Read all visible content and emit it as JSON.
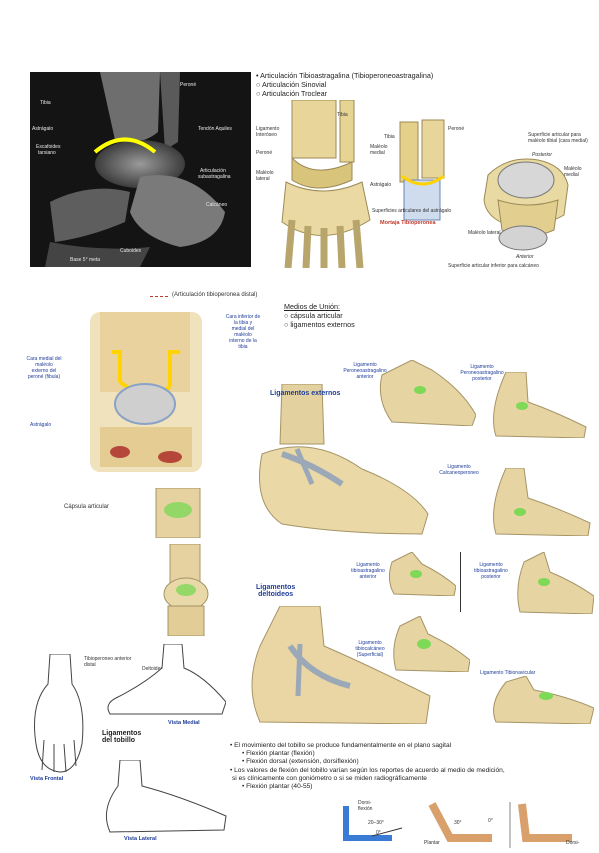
{
  "section1": {
    "xray_labels": {
      "tibia": "Tibia",
      "perone": "Peroné",
      "astragalo": "Astrágalo",
      "tendon_aquiles": "Tendón Aquiles",
      "escafoides_1": "Escafoides",
      "escafoides_2": "tarsiano",
      "art_subastragalina_1": "Articulación",
      "art_subastragalina_2": "subastragalina",
      "calcaneo": "Calcáneo",
      "cuboides": "Cuboides",
      "base_5_meta": "Base 5° meta"
    },
    "bullets": [
      "• Articulación Tibioastragalina (Tibioperoneoastragalina)",
      "○ Articulación Sinovial",
      "○ Articulación Troclear"
    ],
    "diagram_labels": {
      "tibia": "Tibia",
      "ligamento_interoseo_1": "Ligamento",
      "ligamento_interoseo_2": "Interóseo",
      "perone": "Peroné",
      "maleolo_lateral_1": "Maléolo",
      "maleolo_lateral_2": "lateral",
      "maleolo_medial_1": "Maléolo",
      "maleolo_medial_2": "medial",
      "astragalo": "Astrágalo",
      "superficies": "Superficies articulares del astrágalo",
      "mortaja": "Mortaja Tibioperonea",
      "tibia2": "Tibia",
      "perone2": "Peroné",
      "sup_art_1": "Superficie articular para",
      "sup_art_2": "maléolo tibial (cara medial)",
      "posterior": "Posterior",
      "maleolo_medial2": "Maléolo medial",
      "maleolo_lateral2": "Maléolo lateral",
      "anterior": "Anterior",
      "sup_inf": "Superficie articular inferior para calcáneo"
    }
  },
  "section2": {
    "art_label": "(Articulación tibioperonea distal)",
    "label_left_1": "Cara medial del",
    "label_left_2": "maléolo",
    "label_left_3": "externo del",
    "label_left_4": "peroné (fibula)",
    "label_astragalo": "Astrágalo",
    "label_right_1": "Cara inferior de",
    "label_right_2": "la tibia y",
    "label_right_3": "medial del",
    "label_right_4": "maléolo",
    "label_right_5": "interno de la",
    "label_right_6": "tibia",
    "medios_title": "Medios de Unión:",
    "medios_items": [
      "○ cápsula articular",
      "○ ligamentos externos"
    ],
    "ligamentos_externos": "Ligamentos externos",
    "lig_perone_ant_1": "Ligamento",
    "lig_perone_ant_2": "Peroneoastragalino",
    "lig_perone_ant_3": "anterior",
    "lig_perone_post_1": "Ligamento",
    "lig_perone_post_2": "Peroneoastragalino",
    "lig_perone_post_3": "posterior",
    "lig_calc_1": "Ligamento",
    "lig_calc_2": "Calcaneoperoneo",
    "capsula": "Cápsula articular",
    "ligamentos_deltoideos_1": "Ligamentos",
    "ligamentos_deltoideos_2": "deltoideos",
    "lig_tib_ant_1": "Ligamento",
    "lig_tib_ant_2": "tibioastragalino",
    "lig_tib_ant_3": "anterior",
    "lig_tib_post_1": "Ligamento",
    "lig_tib_post_2": "tibioastragalino",
    "lig_tib_post_3": "posterior",
    "lig_tibcalc_1": "Ligamento",
    "lig_tibcalc_2": "tibiocalcáneo",
    "lig_tibcalc_3": "(Superficial)",
    "lig_tibnav": "Ligamento Tibionavicular"
  },
  "section3": {
    "vista_frontal": "Vista Frontal",
    "vista_medial": "Vista Medial",
    "vista_lateral": "Vista Lateral",
    "ligamentos_tobillo_1": "Ligamentos",
    "ligamentos_tobillo_2": "del tobillo",
    "tibioperoneo": "Tibioperoneo anterior distal",
    "deltoides": "Deltoides",
    "bullets": [
      "• El movimiento del tobillo se produce fundamentalmente en el plano sagital",
      "• Flexión plantar (flexión)",
      "• Flexión dorsal (extensión, dorsiflexión)",
      "• Los valores de flexión del tobillo varían según los reportes de acuerdo al medio de medición,",
      "si es clínicamente con goniómetro o si se miden radiográficamente",
      "• Flexión plantar (40-55)"
    ],
    "angles": {
      "dorsi": "Dorsi-",
      "flexion": "flexión",
      "range": "20–30°",
      "zero": "0°",
      "plantar": "Plantar",
      "thirty": "30°",
      "zero2": "0°",
      "dorsi2": "Dorsi-"
    }
  }
}
